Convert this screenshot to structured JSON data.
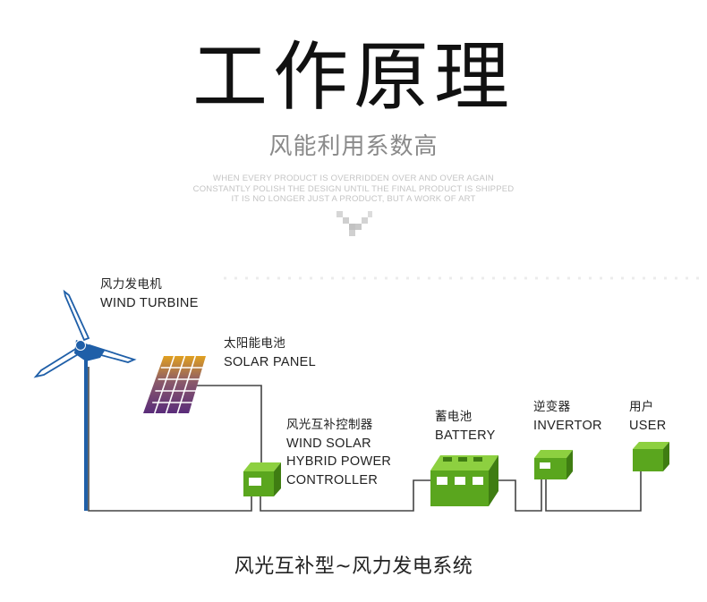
{
  "header": {
    "title": "工作原理",
    "subtitle": "风能利用系数高",
    "tagline": [
      "WHEN EVERY PRODUCT IS OVERRIDDEN OVER AND OVER AGAIN",
      "CONSTANTLY POLISH THE DESIGN UNTIL THE FINAL PRODUCT IS SHIPPED",
      "IT IS NO LONGER JUST A PRODUCT, BUT A WORK OF ART"
    ]
  },
  "components": {
    "wind_turbine": {
      "cn": "风力发电机",
      "en": [
        "WIND TURBINE"
      ]
    },
    "solar_panel": {
      "cn": "太阳能电池",
      "en": [
        "SOLAR PANEL"
      ]
    },
    "controller": {
      "cn": "风光互补控制器",
      "en": [
        "WIND SOLAR",
        "HYBRID POWER",
        "CONTROLLER"
      ]
    },
    "battery": {
      "cn": "蓄电池",
      "en": [
        "BATTERY"
      ]
    },
    "inverter": {
      "cn": "逆变器",
      "en": [
        "INVERTOR"
      ]
    },
    "user": {
      "cn": "用户",
      "en": [
        "USER"
      ]
    }
  },
  "caption": "风光互补型~风力发电系统",
  "colors": {
    "device_green": "#5aa61e",
    "device_green_dark": "#3f7d12",
    "turbine_blue": "#1f5fa8",
    "wire": "#444444"
  }
}
